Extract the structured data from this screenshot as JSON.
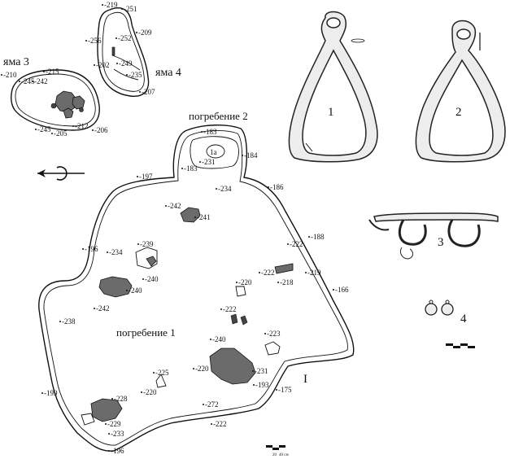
{
  "labels": {
    "yama3": "яма 3",
    "yama4": "яма 4",
    "pogrebenie2": "погребение 2",
    "pogrebenie1": "погребение 1",
    "roman_I": "I"
  },
  "figure_numbers": {
    "fig1": "1",
    "fig2": "2",
    "fig3": "3",
    "fig4": "4"
  },
  "scale_text": {
    "left": "20",
    "right": "40 см"
  },
  "elevations": {
    "yama4": [
      "-219",
      "-251",
      "-209",
      "-256",
      "-252",
      "-202",
      "-249",
      "-235",
      "-207"
    ],
    "yama3": [
      "-210",
      "-245",
      "-242",
      "-215",
      "-245",
      "-205",
      "-212",
      "-206"
    ],
    "pogrebenie2": [
      "-183",
      "-184",
      "-231",
      "-183"
    ],
    "main": [
      "-197",
      "-234",
      "-186",
      "-242",
      "-241",
      "-196",
      "-234",
      "-239",
      "-240",
      "-240",
      "-242",
      "-188",
      "-222",
      "-222",
      "-218",
      "-219",
      "-220",
      "-166",
      "-238",
      "-222",
      "-223",
      "-240",
      "-220",
      "-231",
      "-225",
      "-220",
      "-193",
      "-175",
      "-199",
      "-228",
      "-272",
      "-229",
      "-222",
      "-233",
      "-196"
    ]
  }
}
